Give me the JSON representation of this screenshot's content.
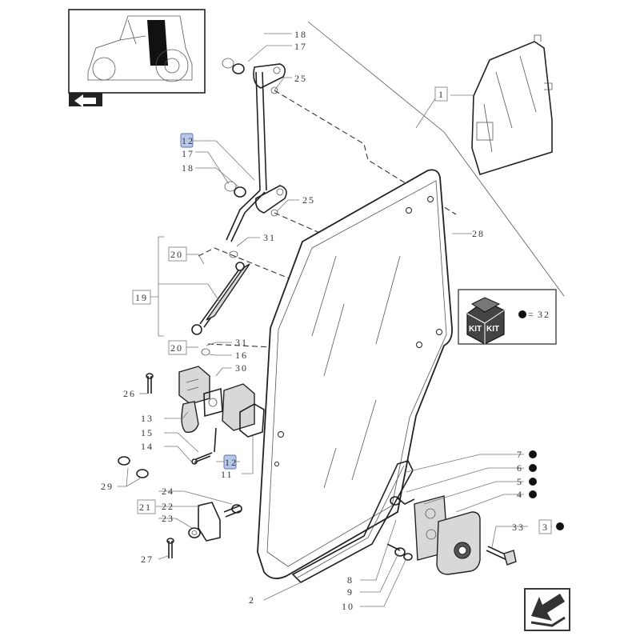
{
  "labels": {
    "l18a": "18",
    "l17a": "17",
    "l25a": "25",
    "l1": "1",
    "l12a": "12",
    "l17b": "17",
    "l18b": "18",
    "l25b": "25",
    "l28": "28",
    "l31a": "31",
    "l20a": "20",
    "l19": "19",
    "l20b": "20",
    "l31b": "31",
    "l16": "16",
    "l30": "30",
    "l26": "26",
    "l13": "13",
    "l15": "15",
    "l14": "14",
    "l12b": "12",
    "l11": "11",
    "l29": "29",
    "l24": "24",
    "l22": "22",
    "l21": "21",
    "l23": "23",
    "l27": "27",
    "l2": "2",
    "l8": "8",
    "l9": "9",
    "l10": "10",
    "l7": "7",
    "l6": "6",
    "l5": "5",
    "l4": "4",
    "l3": "3",
    "l33": "33",
    "l32": "32"
  },
  "kit": {
    "word_left": "KIT",
    "word_right": "KIT",
    "equals": "="
  },
  "icons": {
    "thumbnail": "tractor-thumbnail-icon",
    "nav_prev": "previous-page-arrow-icon",
    "nav_next": "next-page-arrow-icon"
  },
  "colors": {
    "highlight": "#b8c8e8",
    "line": "#222222"
  }
}
